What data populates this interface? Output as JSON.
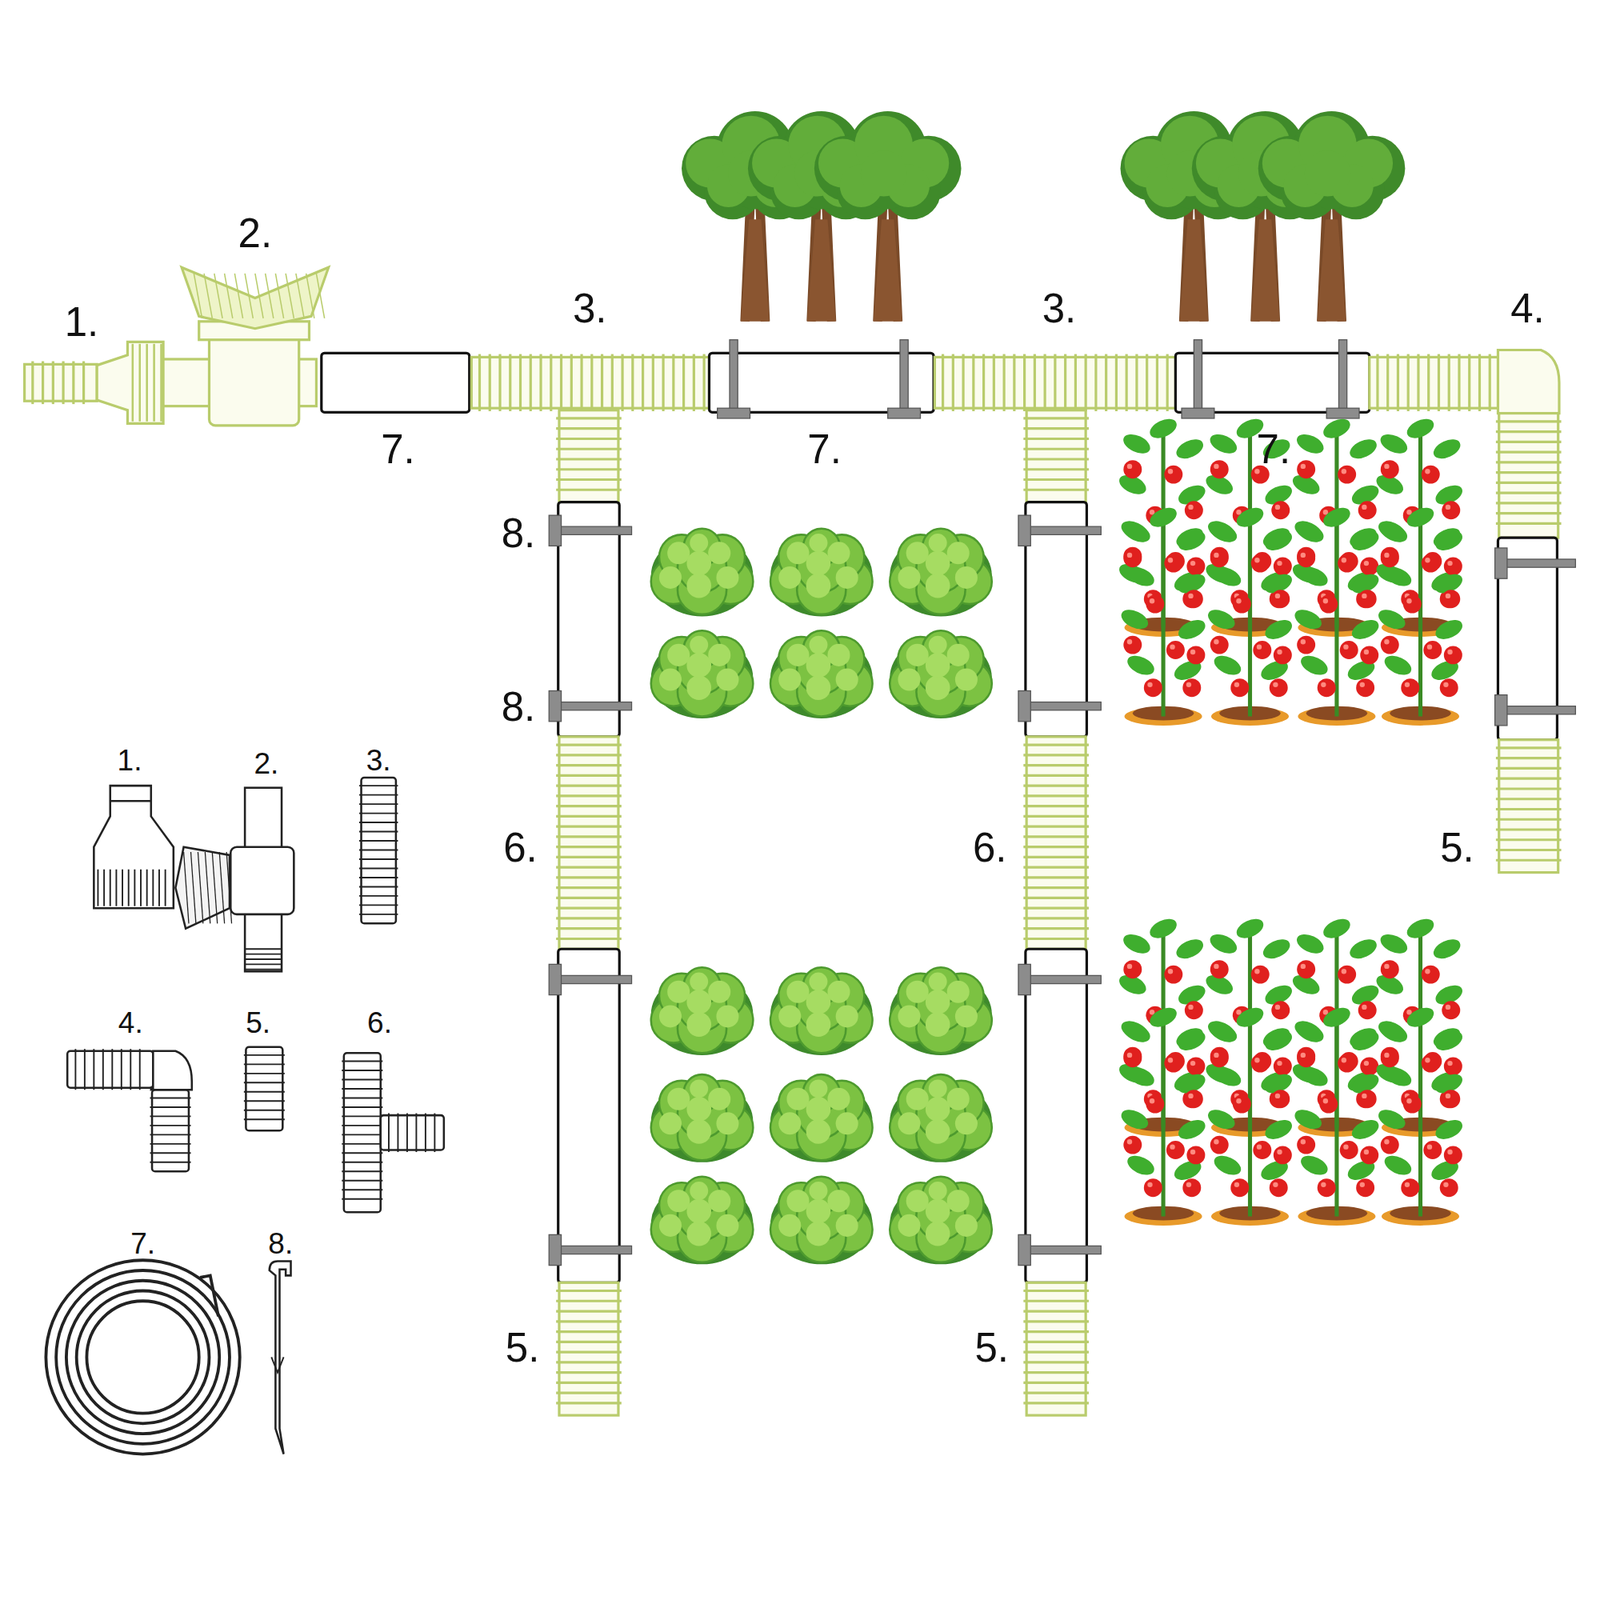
{
  "diagram": {
    "labels": [
      "2.",
      "1.",
      "3.",
      "3.",
      "4.",
      "7.",
      "7.",
      "7.",
      "8.",
      "8.",
      "6.",
      "6.",
      "5.",
      "5.",
      "5.",
      "1.",
      "2.",
      "3.",
      "4.",
      "5.",
      "6.",
      "7.",
      "8."
    ]
  }
}
